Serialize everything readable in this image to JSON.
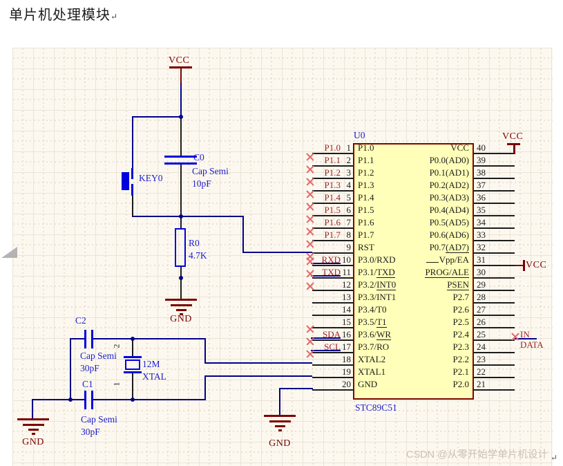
{
  "page": {
    "title": "单片机处理模块",
    "return_mark": "↵",
    "corner_return_mark": "↵",
    "watermark": "CSDN @从零开始学单片机设计"
  },
  "colors": {
    "wire": "#00008c",
    "component_graphic": "#0000dd",
    "designator_text": "#1d1dcc",
    "net_label": "#9e2121",
    "power": "#7a0202",
    "chip_fill": "#ffffb9",
    "chip_border": "#7c0404",
    "pin": "#1c1c1c",
    "error_cross": "#e06a6a",
    "canvas_background": "#fcf8ef"
  },
  "power": {
    "vcc": "VCC",
    "gnd": "GND"
  },
  "chip": {
    "designator": "U0",
    "part": "STC89C51",
    "left_pins": [
      {
        "num": "1",
        "label": "P1.0"
      },
      {
        "num": "2",
        "label": "P1.1"
      },
      {
        "num": "3",
        "label": "P1.2"
      },
      {
        "num": "4",
        "label": "P1.3"
      },
      {
        "num": "5",
        "label": "P1.4"
      },
      {
        "num": "6",
        "label": "P1.5"
      },
      {
        "num": "7",
        "label": "P1.6"
      },
      {
        "num": "8",
        "label": "P1.7"
      },
      {
        "num": "9",
        "label": "RST"
      },
      {
        "num": "10",
        "label": "P3.0/RXD"
      },
      {
        "num": "11",
        "label": "P3.1/TXD",
        "ul": "TXD"
      },
      {
        "num": "12",
        "label": "P3.2/INT0",
        "ul": "INT0"
      },
      {
        "num": "13",
        "label": "P3.3/INT1"
      },
      {
        "num": "14",
        "label": "P3.4/T0"
      },
      {
        "num": "15",
        "label": "P3.5/T1",
        "ul": "T1"
      },
      {
        "num": "16",
        "label": "P3.6/WR",
        "ul": "WR"
      },
      {
        "num": "17",
        "label": "P3.7/RO"
      },
      {
        "num": "18",
        "label": "XTAL2"
      },
      {
        "num": "19",
        "label": "XTAL1"
      },
      {
        "num": "20",
        "label": "GND"
      }
    ],
    "right_pins": [
      {
        "num": "40",
        "label": "VCC"
      },
      {
        "num": "39",
        "label": "P0.0(AD0)"
      },
      {
        "num": "38",
        "label": "P0.1(AD1)"
      },
      {
        "num": "37",
        "label": "P0.2(AD2)"
      },
      {
        "num": "36",
        "label": "P0.3(AD3)"
      },
      {
        "num": "35",
        "label": "P0.4(AD4)"
      },
      {
        "num": "34",
        "label": "P0.5(AD5)"
      },
      {
        "num": "33",
        "label": "P0.6(AD6)"
      },
      {
        "num": "32",
        "label": "P0.7(AD7)",
        "ul": "(AD7)"
      },
      {
        "num": "31",
        "label": "Vpp/EA",
        "lead_ul": true
      },
      {
        "num": "30",
        "label": "PROG/ALE",
        "ul": "PROG/ALE"
      },
      {
        "num": "29",
        "label": "PSEN",
        "ul": "PSEN"
      },
      {
        "num": "28",
        "label": "P2.7"
      },
      {
        "num": "27",
        "label": "P2.6"
      },
      {
        "num": "26",
        "label": "P2.5"
      },
      {
        "num": "25",
        "label": "P2.4"
      },
      {
        "num": "24",
        "label": "P2.3"
      },
      {
        "num": "23",
        "label": "P2.2"
      },
      {
        "num": "22",
        "label": "P2.1"
      },
      {
        "num": "21",
        "label": "P2.0"
      }
    ],
    "left_nets": [
      {
        "pin": "1",
        "text": "P1.0"
      },
      {
        "pin": "2",
        "text": "P1.1"
      },
      {
        "pin": "3",
        "text": "P1.2"
      },
      {
        "pin": "4",
        "text": "P1.3"
      },
      {
        "pin": "5",
        "text": "P1.4"
      },
      {
        "pin": "6",
        "text": "P1.5"
      },
      {
        "pin": "7",
        "text": "P1.6"
      },
      {
        "pin": "8",
        "text": "P1.7"
      },
      {
        "pin": "10",
        "text": "RXD",
        "wire": true
      },
      {
        "pin": "11",
        "text": "TXD",
        "wire": true
      },
      {
        "pin": "16",
        "text": "SDA",
        "wire": true
      },
      {
        "pin": "17",
        "text": "SCL",
        "wire": true
      }
    ]
  },
  "net_label_pin25": {
    "line1": "IN",
    "line2": "DATA"
  },
  "components": {
    "key0": {
      "designator": "KEY0"
    },
    "c0": {
      "designator": "C0",
      "comment": "Cap Semi",
      "value": "10pF"
    },
    "r0": {
      "designator": "R0",
      "value": "4.7K"
    },
    "c2": {
      "designator": "C2",
      "comment": "Cap Semi",
      "value": "30pF"
    },
    "c1": {
      "designator": "C1",
      "comment": "Cap Semi",
      "value": "30pF"
    },
    "xtal": {
      "designator": "12M",
      "comment": "XTAL",
      "pin2": "2",
      "pin1": "1"
    }
  }
}
